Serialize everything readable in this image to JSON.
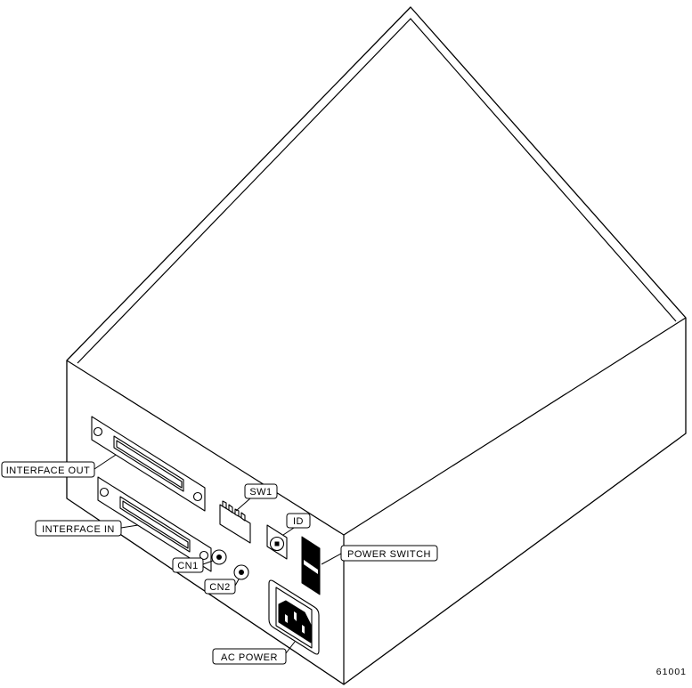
{
  "figure": {
    "number": "61001"
  },
  "labels": {
    "interface_out": "INTERFACE OUT",
    "interface_in": "INTERFACE IN",
    "sw1": "SW1",
    "id": "ID",
    "cn1": "CN1",
    "cn2": "CN2",
    "power_switch": "POWER SWITCH",
    "ac_power": "AC POWER"
  },
  "colors": {
    "line": "#000000",
    "background": "#ffffff",
    "switch_fill": "#000000"
  }
}
